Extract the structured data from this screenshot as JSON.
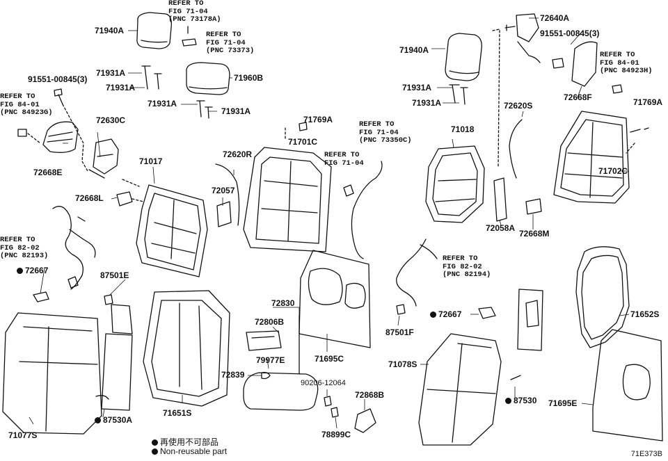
{
  "labels": {
    "p71940A_l": "71940A",
    "p71940A_r": "71940A",
    "p71931A_1": "71931A",
    "p71931A_2": "71931A",
    "p71931A_3": "71931A",
    "p71931A_4": "71931A",
    "p71931A_5": "71931A",
    "p71931A_6": "71931A",
    "p71960B": "71960B",
    "p91551_l": "91551-00845(3)",
    "p91551_r": "91551-00845(3)",
    "p72640A": "72640A",
    "p72630C": "72630C",
    "p72668E": "72668E",
    "p72668F": "72668F",
    "p71769A_l": "71769A",
    "p71769A_r": "71769A",
    "p71017": "71017",
    "p71018": "71018",
    "p72620R": "72620R",
    "p72620S": "72620S",
    "p71701C": "71701C",
    "p71702C": "71702C",
    "p72668L": "72668L",
    "p72057": "72057",
    "p72058A": "72058A",
    "p72668M": "72668M",
    "p87501E": "87501E",
    "p87501F": "87501F",
    "p72667_l": "72667",
    "p72667_r": "72667",
    "p72830": "72830",
    "p72806B": "72806B",
    "p79977E": "79977E",
    "p72839": "72839",
    "p90206": "90206-12064",
    "p72868B": "72868B",
    "p78899C": "78899C",
    "p71695C": "71695C",
    "p71695E": "71695E",
    "p71652S": "71652S",
    "p71078S": "71078S",
    "p71077S": "71077S",
    "p71651S": "71651S",
    "p87530A": "87530A",
    "p87530": "87530"
  },
  "refs": {
    "r_73178A": "REFER TO\nFIG 71-04\n(PNC 73178A)",
    "r_73373": "REFER TO\nFIG 71-04\n(PNC 73373)",
    "r_84923G": "REFER TO\nFIG 84-01\n(PNC 84923G)",
    "r_84923H": "REFER TO\nFIG 84-01\n(PNC 84923H)",
    "r_73350C": "REFER TO\nFIG 71-04\n(PNC 73350C)",
    "r_7104": "REFER TO\nFIG 71-04",
    "r_82193": "REFER TO\nFIG 82-02\n(PNC 82193)",
    "r_82194": "REFER TO\nFIG 82-02\n(PNC 82194)"
  },
  "notes": {
    "jp": "再使用不可部品",
    "en": "Non-reusable part"
  },
  "figure_id": "71E373B"
}
